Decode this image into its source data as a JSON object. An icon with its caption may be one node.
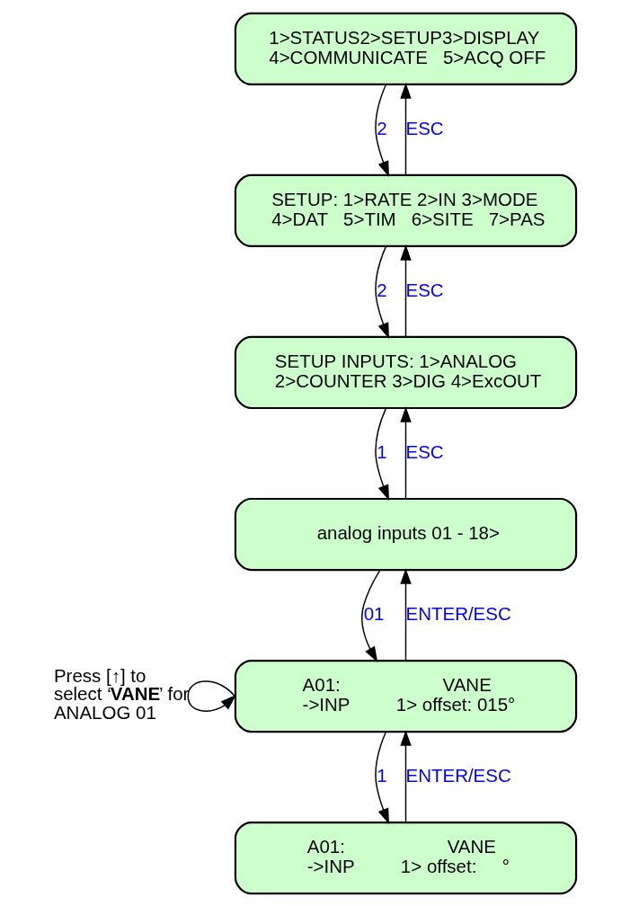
{
  "diagram": {
    "nodes": [
      {
        "text": [
          "1>STATUS2>SETUP3>DISPLAY",
          "4>COMMUNICATE   5>ACQ OFF"
        ]
      },
      {
        "text": [
          "SETUP: 1>RATE 2>IN 3>MODE",
          "4>DAT   5>TIM   6>SITE   7>PAS"
        ]
      },
      {
        "text": [
          "SETUP INPUTS: 1>ANALOG",
          "2>COUNTER 3>DIG 4>ExcOUT"
        ]
      },
      {
        "text": [
          "analog inputs 01 - 18>"
        ]
      },
      {
        "text": [
          "A01:                    VANE",
          "->INP         1> offset: 015°"
        ]
      },
      {
        "text": [
          "A01:                    VANE",
          "->INP         1> offset:     °"
        ]
      }
    ],
    "edges": [
      {
        "from": 0,
        "to": 1,
        "arrow": "to",
        "label": "2"
      },
      {
        "from": 1,
        "to": 0,
        "arrow": "to",
        "label": "ESC"
      },
      {
        "from": 1,
        "to": 2,
        "arrow": "to",
        "label": "2"
      },
      {
        "from": 2,
        "to": 1,
        "arrow": "to",
        "label": "ESC"
      },
      {
        "from": 2,
        "to": 3,
        "arrow": "to",
        "label": "1"
      },
      {
        "from": 3,
        "to": 2,
        "arrow": "to",
        "label": "ESC"
      },
      {
        "from": 3,
        "to": 4,
        "arrow": "to",
        "label": "01"
      },
      {
        "from": 4,
        "to": 3,
        "arrow": "to",
        "label": "ENTER/ESC"
      },
      {
        "from": 4,
        "to": 4,
        "arrow": "to",
        "label": "Press [↑] to select ‘**VANE**’ for ANALOG 01"
      },
      {
        "from": 4,
        "to": 5,
        "arrow": "to",
        "label": "1"
      },
      {
        "from": 5,
        "to": 4,
        "arrow": "to",
        "label": "ENTER/ESC"
      }
    ]
  }
}
